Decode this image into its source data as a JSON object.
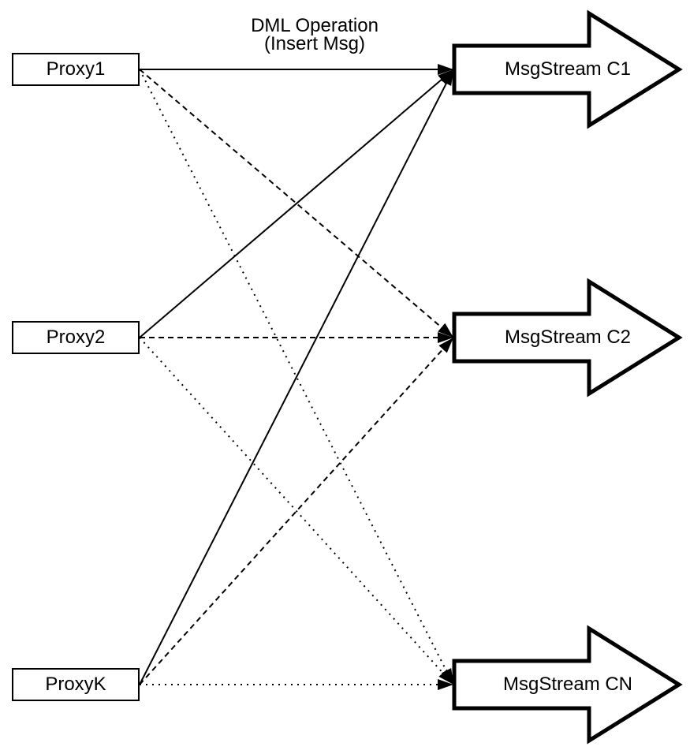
{
  "diagram": {
    "edge_label": {
      "line1": "DML Operation",
      "line2": "(Insert Msg)"
    },
    "proxies": [
      {
        "id": "p1",
        "label": "Proxy1"
      },
      {
        "id": "p2",
        "label": "Proxy2"
      },
      {
        "id": "pk",
        "label": "ProxyK"
      }
    ],
    "streams": [
      {
        "id": "c1",
        "label": "MsgStream C1"
      },
      {
        "id": "c2",
        "label": "MsgStream C2"
      },
      {
        "id": "cn",
        "label": "MsgStream CN"
      }
    ],
    "edges": [
      {
        "from": "p1",
        "to": "c1",
        "style": "solid"
      },
      {
        "from": "p2",
        "to": "c1",
        "style": "solid"
      },
      {
        "from": "pk",
        "to": "c1",
        "style": "solid"
      },
      {
        "from": "p1",
        "to": "c2",
        "style": "dashed"
      },
      {
        "from": "p2",
        "to": "c2",
        "style": "dashed"
      },
      {
        "from": "pk",
        "to": "c2",
        "style": "dashed"
      },
      {
        "from": "p1",
        "to": "cn",
        "style": "dotted"
      },
      {
        "from": "p2",
        "to": "cn",
        "style": "dotted"
      },
      {
        "from": "pk",
        "to": "cn",
        "style": "dotted"
      }
    ],
    "colors": {
      "stroke": "#000000",
      "fill": "#ffffff",
      "text": "#000000",
      "background": "#ffffff"
    }
  }
}
